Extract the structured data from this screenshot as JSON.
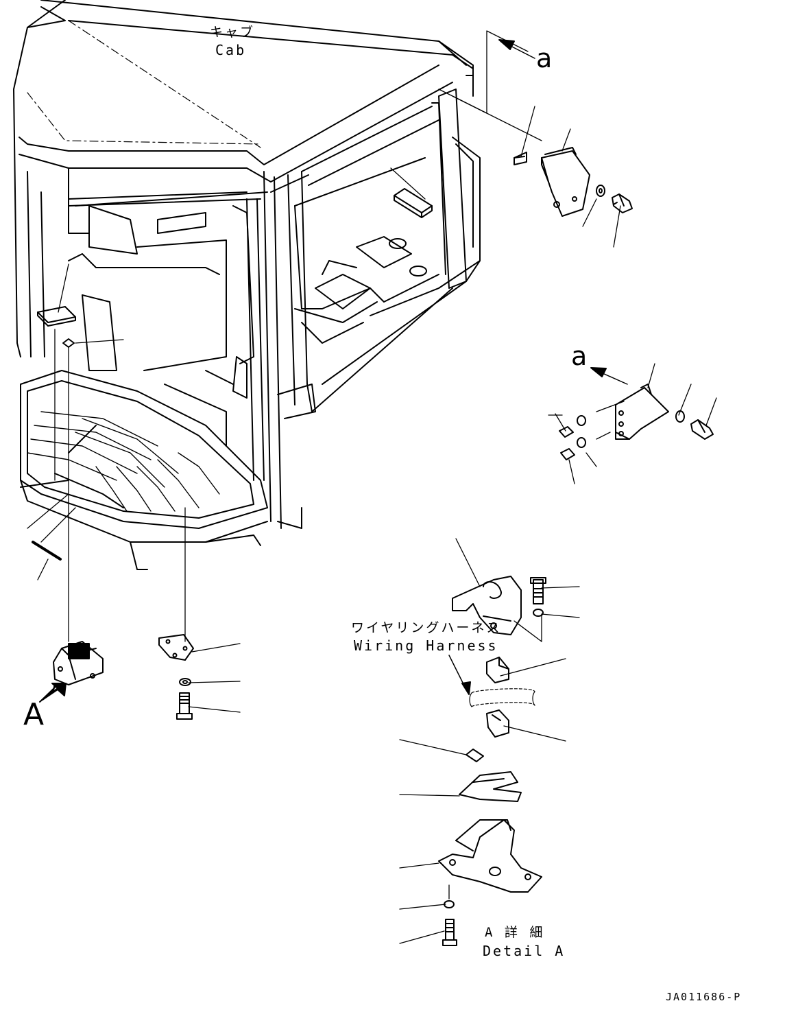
{
  "labels": {
    "cab_jp": "キャブ",
    "cab_en": "Cab",
    "view_a_top": "a",
    "view_a_mid": "a",
    "wiring_jp": "ワイヤリングハーネス",
    "wiring_en": "Wiring Harness",
    "view_A": "A",
    "detail_jp": "A 詳 細",
    "detail_en": "Detail A",
    "drawing_code": "JA011686-P"
  }
}
